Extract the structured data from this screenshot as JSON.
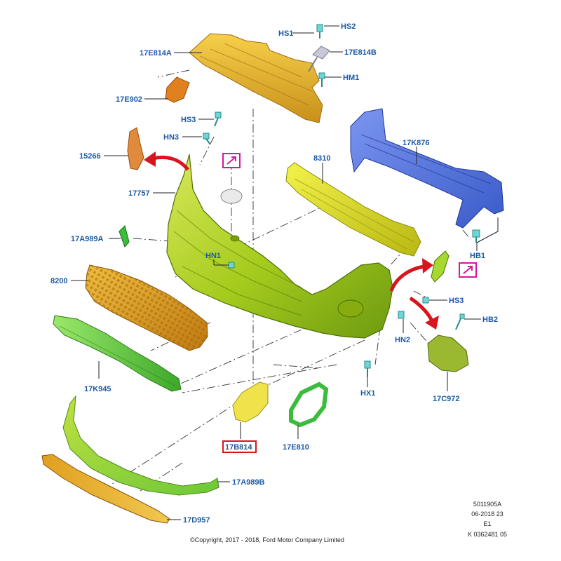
{
  "labels": {
    "l17E814A": "17E814A",
    "l17E902": "17E902",
    "lHS1": "HS1",
    "lHS2": "HS2",
    "l17E814B": "17E814B",
    "lHM1": "HM1",
    "lHS3a": "HS3",
    "lHN3": "HN3",
    "l15266": "15266",
    "l17757": "17757",
    "l8310": "8310",
    "l17K876": "17K876",
    "l17A989A": "17A989A",
    "lHN1": "HN1",
    "lHB1": "HB1",
    "l8200": "8200",
    "lHS3b": "HS3",
    "lHB2": "HB2",
    "lHN2": "HN2",
    "l17K945": "17K945",
    "lHX1": "HX1",
    "l17C972": "17C972",
    "l17B814": "17B814",
    "l17E810": "17E810",
    "l17A989B": "17A989B",
    "l17D957": "17D957"
  },
  "metadata": {
    "line1": "5011905A",
    "line2": "06-2018 23",
    "line3": "E1",
    "line4": "K 0362481 05"
  },
  "copyright": "©Copyright, 2017 - 2018, Ford Motor Company Limited",
  "colors": {
    "label": "#1c5aa6",
    "highlight": "#d8141e",
    "magenta": "#d6189a",
    "arrow": "#d8141e",
    "bumper": "#a6cc1e",
    "absorber": "#e6b820",
    "reinforcement": "#4a6fd6",
    "bracket": "#e0e020",
    "grille": "#e0a020",
    "green_trim": "#6ccf3c",
    "fastener": "#6fd6d6"
  }
}
